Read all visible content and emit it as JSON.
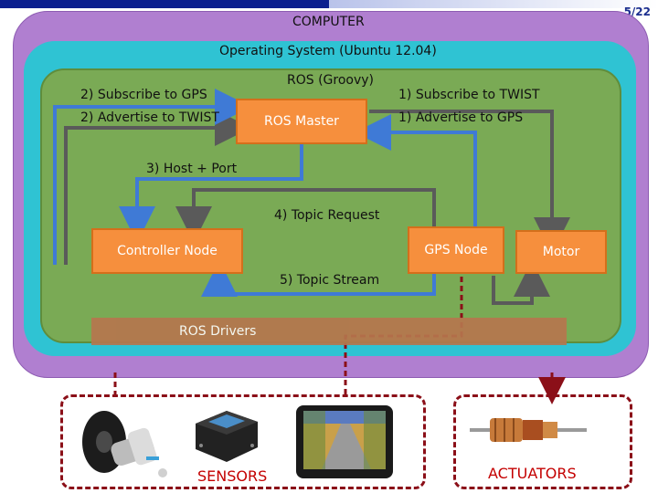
{
  "slide": {
    "page_number": "5/22"
  },
  "layers": {
    "computer": "COMPUTER",
    "os": "Operating System (Ubuntu 12.04)",
    "ros": "ROS (Groovy)",
    "drivers": "ROS Drivers"
  },
  "nodes": {
    "master": "ROS Master",
    "controller": "Controller Node",
    "gps": "GPS Node",
    "motor": "Motor"
  },
  "steps": {
    "subscribe_gps": "2) Subscribe to GPS",
    "advertise_twist": "2) Advertise to TWIST",
    "subscribe_twist": "1) Subscribe to TWIST",
    "advertise_gps": "1) Advertise to GPS",
    "host_port": "3) Host + Port",
    "topic_request": "4) Topic Request",
    "topic_stream": "5) Topic Stream"
  },
  "devices": {
    "sensors": "SENSORS",
    "actuators": "ACTUATORS"
  },
  "colors": {
    "computer_layer": "#b07fd0",
    "os_layer": "#2fc3d3",
    "ros_layer": "#7aaa55",
    "node_fill": "#f68f3d",
    "gray_arrow": "#5a5a5a",
    "blue_arrow": "#3f7ad6",
    "dashed_red": "#8b0f18"
  }
}
